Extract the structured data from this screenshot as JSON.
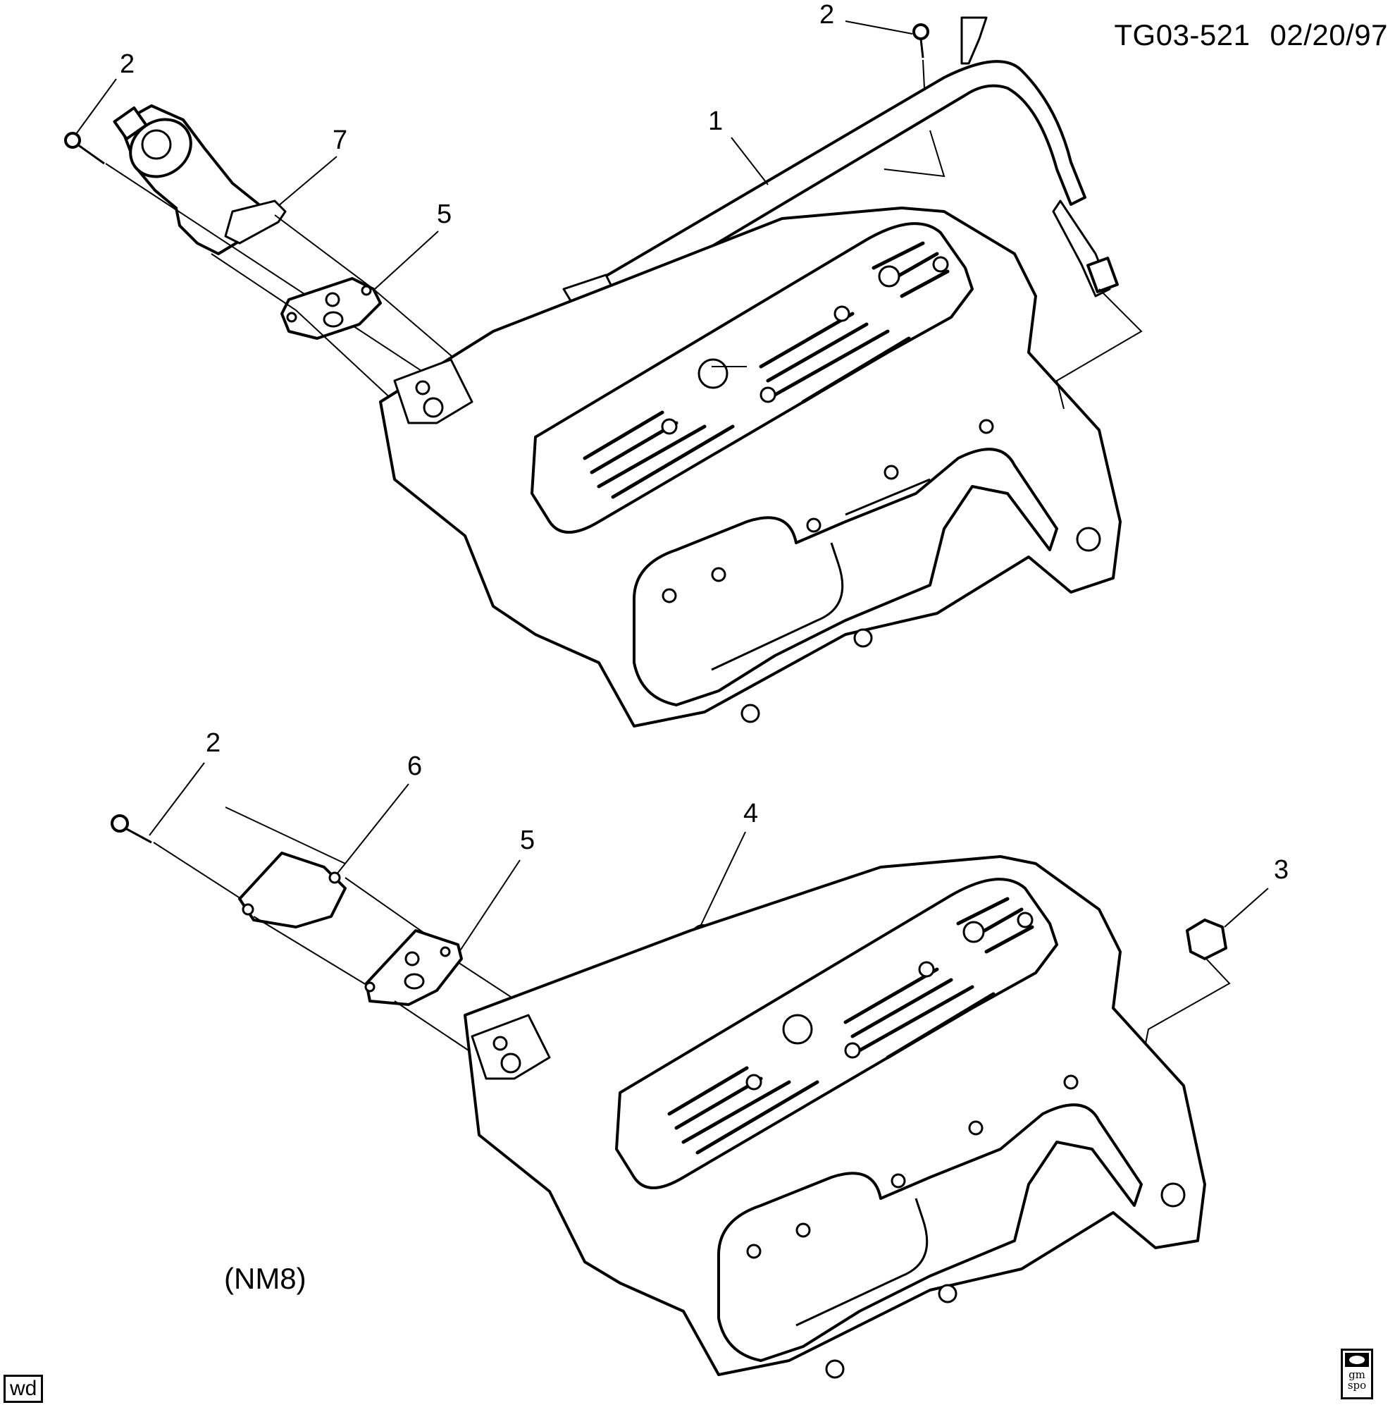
{
  "header": {
    "illustration_id": "TG03-521",
    "date": "02/20/97"
  },
  "callouts": {
    "top_bolt_left": "2",
    "egr_valve_gasket": "7",
    "adapter_gasket_top": "5",
    "egr_pipe": "1",
    "top_bolt_right": "2",
    "lower_bolt": "2",
    "cover_plate": "6",
    "adapter_gasket_lower": "5",
    "plug": "4",
    "nut": "3"
  },
  "variant_label": "(NM8)",
  "footer": {
    "left_badge": "wd",
    "logo_line1": "gm",
    "logo_line2": "spo"
  },
  "icons": {
    "logo": "gm-spo-logo-icon",
    "badge": "wd-badge"
  }
}
